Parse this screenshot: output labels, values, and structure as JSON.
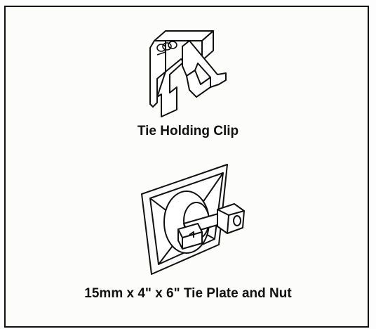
{
  "items": [
    {
      "name": "Tie Holding Clip",
      "icon": "tie-holding-clip-drawing"
    },
    {
      "name": "15mm x 4\" x 6\" Tie Plate and Nut",
      "icon": "tie-plate-and-nut-drawing"
    }
  ],
  "colors": {
    "line": "#111111",
    "background": "#fcfcfb"
  }
}
